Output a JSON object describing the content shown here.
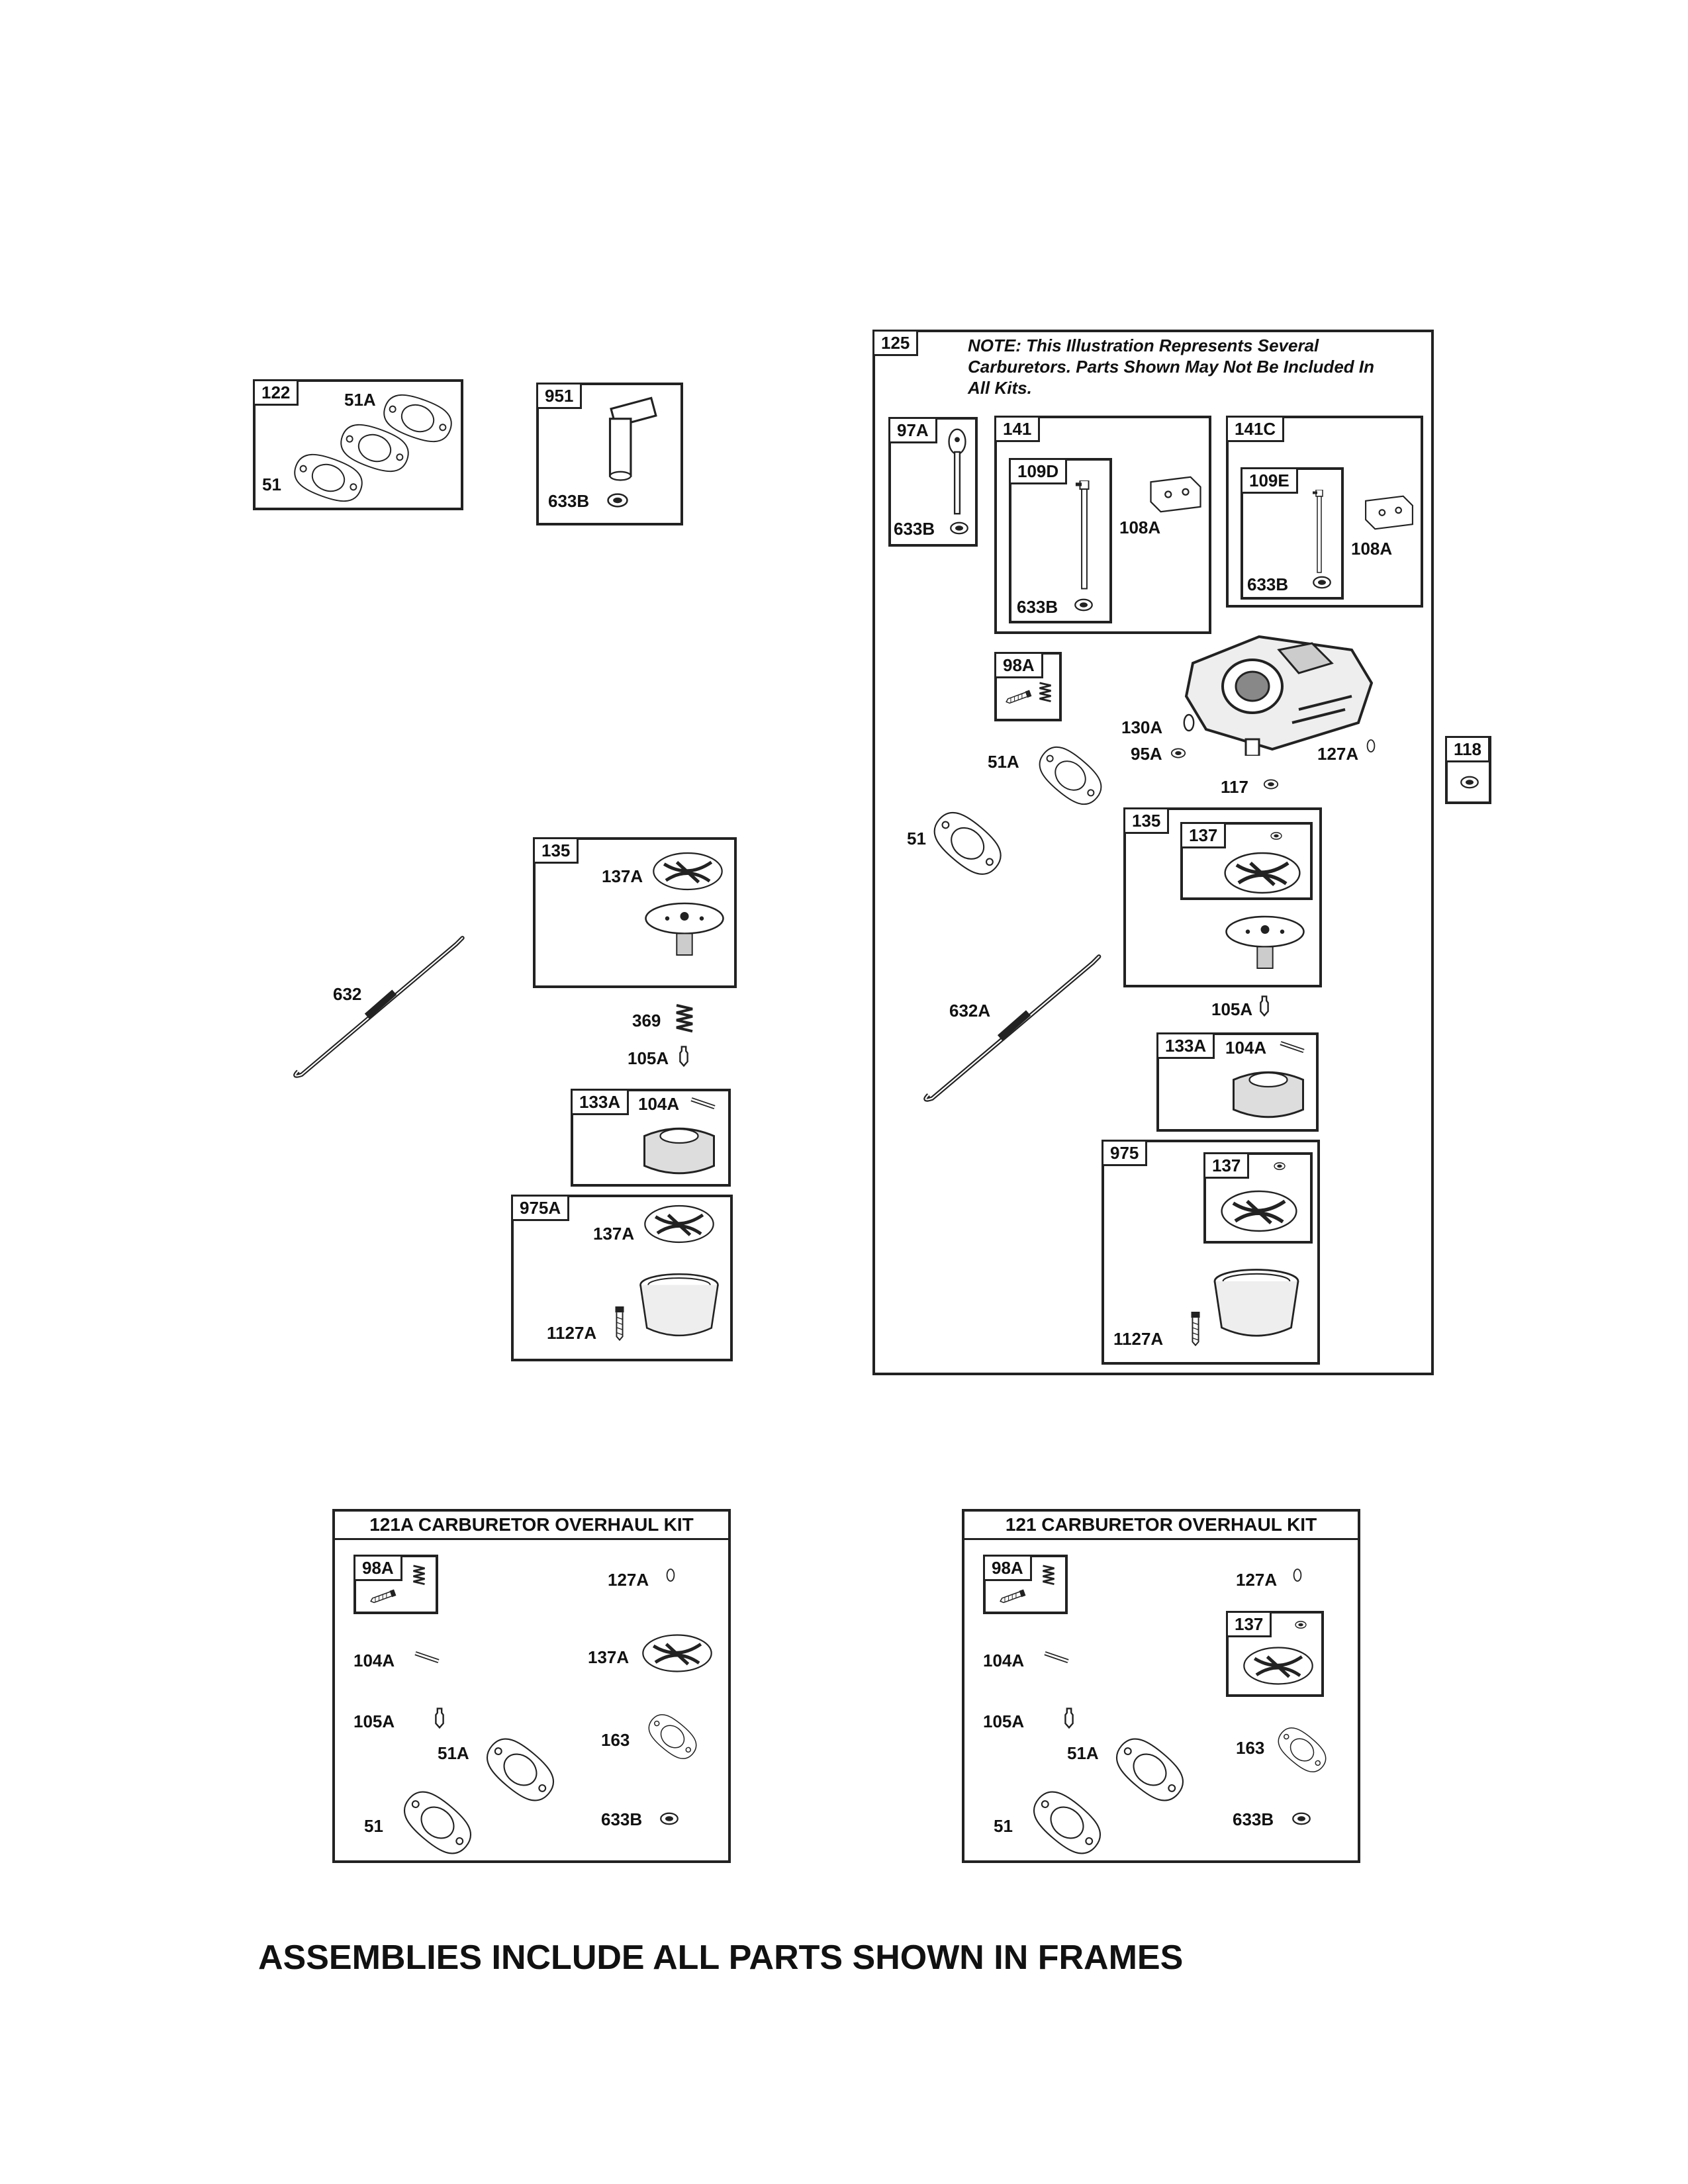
{
  "frames": {
    "f122": {
      "tag": "122",
      "l51a": "51A",
      "l51": "51"
    },
    "f951": {
      "tag": "951",
      "l633b": "633B"
    },
    "f135a": {
      "tag": "135",
      "l137a": "137A"
    },
    "loose": {
      "l632": "632",
      "l369": "369",
      "l105a": "105A"
    },
    "f133a": {
      "tag": "133A",
      "l104a": "104A"
    },
    "f975a": {
      "tag": "975A",
      "l137a": "137A",
      "l1127a": "1127A"
    },
    "f125": {
      "tag": "125",
      "note": "NOTE: This Illustration Represents Several Carburetors. Parts Shown May Not Be Included In All Kits.",
      "f97a": {
        "tag": "97A",
        "l633b": "633B"
      },
      "f141": {
        "tag": "141",
        "f109d": {
          "tag": "109D",
          "l633b": "633B"
        },
        "l108a": "108A"
      },
      "f141c": {
        "tag": "141C",
        "f109e": {
          "tag": "109E",
          "l633b": "633B"
        },
        "l108a": "108A"
      },
      "f98a": {
        "tag": "98A"
      },
      "l130a": "130A",
      "l95a": "95A",
      "l127a": "127A",
      "l117": "117",
      "l51a": "51A",
      "l51": "51",
      "f135": {
        "tag": "135",
        "f137": {
          "tag": "137"
        }
      },
      "l632a": "632A",
      "l105a": "105A",
      "f133a": {
        "tag": "133A",
        "l104a": "104A"
      },
      "f975": {
        "tag": "975",
        "f137": {
          "tag": "137"
        },
        "l1127a": "1127A"
      }
    },
    "f118": {
      "tag": "118"
    },
    "kit121a": {
      "title": "121A CARBURETOR OVERHAUL KIT",
      "f98a": {
        "tag": "98A"
      },
      "l127a": "127A",
      "l137a": "137A",
      "l104a": "104A",
      "l105a": "105A",
      "l163": "163",
      "l51a": "51A",
      "l51": "51",
      "l633b": "633B"
    },
    "kit121": {
      "title": "121 CARBURETOR OVERHAUL KIT",
      "f98a": {
        "tag": "98A"
      },
      "l127a": "127A",
      "f137": {
        "tag": "137"
      },
      "l104a": "104A",
      "l105a": "105A",
      "l163": "163",
      "l51a": "51A",
      "l51": "51",
      "l633b": "633B"
    }
  },
  "footer": "ASSEMBLIES INCLUDE ALL PARTS SHOWN IN FRAMES"
}
